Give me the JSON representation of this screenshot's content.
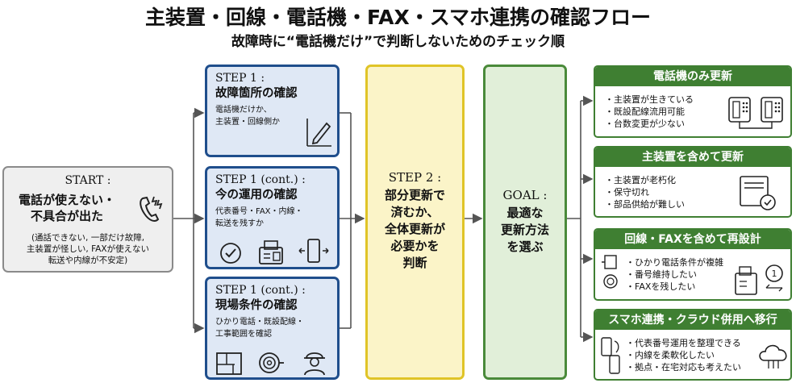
{
  "title": "主装置・回線・電話機・FAX・スマホ連携の確認フロー",
  "subtitle": "故障時に“電話機だけ”で判断しないためのチェック順",
  "start": {
    "heading": "START :",
    "main_line1": "電話が使えない・",
    "main_line2": "不具合が出た",
    "sub_line1": "(通話できない, 一部だけ故障,",
    "sub_line2": "主装置が怪しい, FAXが使えない",
    "sub_line3": "転送や内線が不安定)"
  },
  "step1a": {
    "heading": "STEP 1 :",
    "main": "故障箇所の確認",
    "sub_line1": "電話機だけか、",
    "sub_line2": "主装置・回線側か"
  },
  "step1b": {
    "heading": "STEP 1 (cont.) :",
    "main": "今の運用の確認",
    "sub_line1": "代表番号・FAX・内線・",
    "sub_line2": "転送を残すか"
  },
  "step1c": {
    "heading": "STEP 1 (cont.) :",
    "main": "現場条件の確認",
    "sub_line1": "ひかり電話・既設配線・",
    "sub_line2": "工事範囲を確認"
  },
  "step2": {
    "heading": "STEP 2 :",
    "lines": [
      "部分更新で",
      "済むか、",
      "全体更新が",
      "必要かを",
      "判断"
    ]
  },
  "goal": {
    "heading": "GOAL :",
    "lines": [
      "最適な",
      "更新方法",
      "を選ぶ"
    ]
  },
  "results": [
    {
      "title": "電話機のみ更新",
      "items": [
        "主装置が生きている",
        "既設配線流用可能",
        "台数変更が少ない"
      ]
    },
    {
      "title": "主装置を含めて更新",
      "items": [
        "主装置が老朽化",
        "保守切れ",
        "部品供給が難しい"
      ]
    },
    {
      "title": "回線・FAXを含めて再設計",
      "items": [
        "ひかり電話条件が複雑",
        "番号維持したい",
        "FAXを残したい"
      ]
    },
    {
      "title": "スマホ連携・クラウド併用へ移行",
      "items": [
        "代表番号運用を整理できる",
        "内線を柔軟化したい",
        "拠点・在宅対応も考えたい"
      ]
    }
  ],
  "colors": {
    "step1_border": "#1f4e8c",
    "step1_fill": "#dfe8f5",
    "step2_border": "#e0c427",
    "step2_fill": "#fbf4c8",
    "goal_border": "#4a8a3a",
    "goal_fill": "#e1efd9",
    "result_header": "#3f7f32",
    "start_fill": "#efefef"
  },
  "icons": [
    "phone-ringing-icon",
    "pen-drawing-icon",
    "check-circle-icon",
    "fax-icon",
    "smartphone-arrows-icon",
    "floor-plan-icon",
    "cable-coil-icon",
    "worker-icon",
    "desk-phones-icon",
    "pbx-check-icon",
    "cable-fax-icon",
    "fax-yen-icon",
    "smartphone-sync-icon",
    "cloud-icon"
  ]
}
